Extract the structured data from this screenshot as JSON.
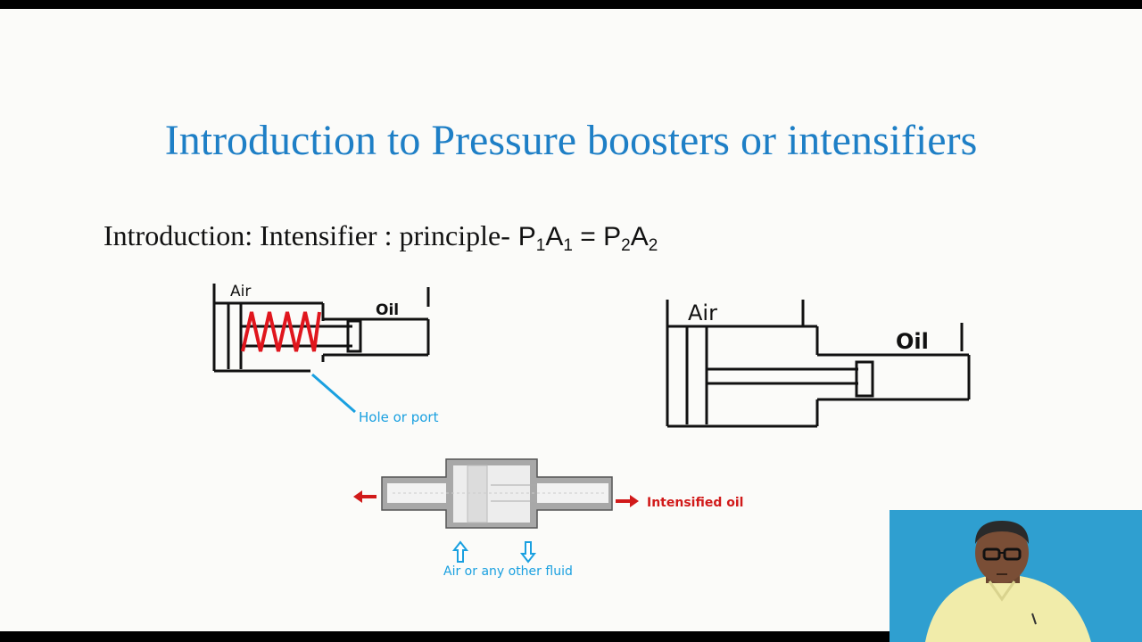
{
  "slide": {
    "title": "Introduction to Pressure boosters or intensifiers",
    "principle": {
      "prefix": "Introduction: Intensifier : principle-",
      "formula": {
        "p1": "P",
        "s1": "1",
        "a1": "A",
        "s2": "1",
        "eq": " = ",
        "p2": "P",
        "s3": "2",
        "a2": "A",
        "s4": "2"
      }
    }
  },
  "figures": {
    "single_acting": {
      "air_label": "Air",
      "oil_label": "Oil",
      "port_label": "Hole or port"
    },
    "double_acting": {
      "air_label": "Air",
      "oil_label": "Oil"
    },
    "intensifier": {
      "output_label": "Intensified oil",
      "input_label": "Air or any other fluid"
    }
  },
  "colors": {
    "title": "#1e7fc6",
    "spring": "#e0161d",
    "port": "#1aa0e0",
    "arrow_red": "#d11a1a",
    "arrow_blue": "#1aa0e0"
  }
}
